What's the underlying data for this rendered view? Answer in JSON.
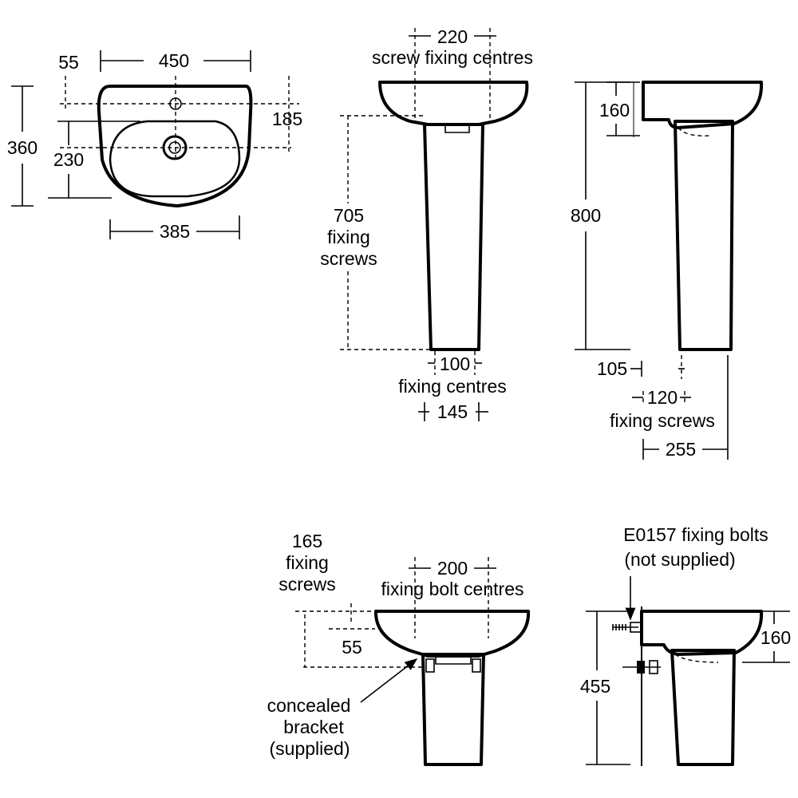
{
  "top_plan": {
    "d_55": "55",
    "d_450": "450",
    "d_185": "185",
    "d_360": "360",
    "d_230": "230",
    "d_385": "385"
  },
  "front_pedestal": {
    "d_220": "220",
    "screw_centres": "screw fixing centres",
    "d_705": "705",
    "fixing_line1": "fixing",
    "screws_line": "screws",
    "d_100": "100",
    "fixing_centres": "fixing centres",
    "d_145": "145"
  },
  "side_pedestal": {
    "d_160": "160",
    "d_800": "800",
    "d_105": "105",
    "d_120": "120",
    "fixing_screws": "fixing screws",
    "d_255": "255"
  },
  "front_semi": {
    "d_165": "165",
    "fixing_line1": "fixing",
    "screws_line": "screws",
    "d_200": "200",
    "bolt_centres": "fixing bolt centres",
    "d_55": "55",
    "bracket_l1": "concealed",
    "bracket_l2": "bracket",
    "bracket_l3": "(supplied)"
  },
  "side_semi": {
    "bolts_l1": "E0157 fixing bolts",
    "bolts_l2": "(not supplied)",
    "d_160": "160",
    "d_455": "455"
  }
}
